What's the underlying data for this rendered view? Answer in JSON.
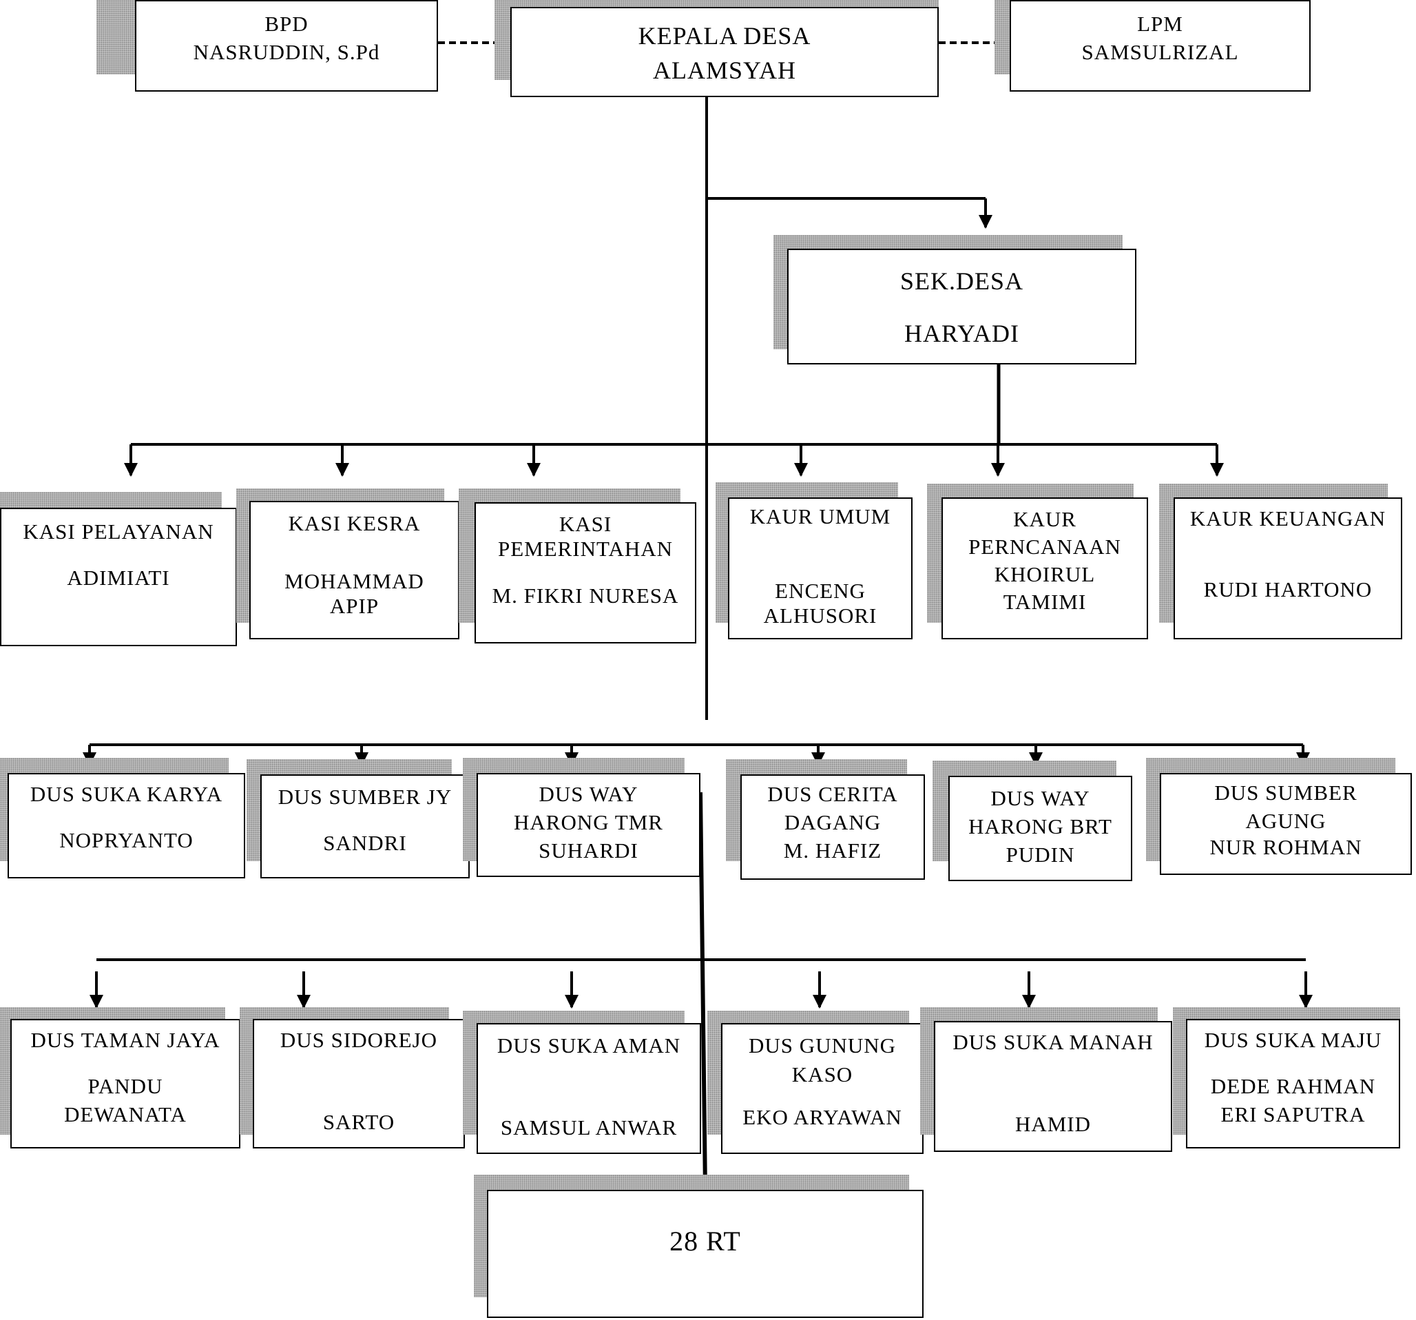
{
  "top": {
    "bpd": {
      "title": "BPD",
      "name": "NASRUDDIN, S.Pd"
    },
    "kepala_desa": {
      "title": "KEPALA DESA",
      "name": "ALAMSYAH"
    },
    "lpm": {
      "title": "LPM",
      "name": "SAMSULRIZAL"
    }
  },
  "sekretaris": {
    "title": "SEK.DESA",
    "name": "HARYADI"
  },
  "kasi_kaur": [
    {
      "lines": [
        "KASI  PELAYANAN",
        "ADIMIATI"
      ]
    },
    {
      "lines": [
        "KASI KESRA",
        "MOHAMMAD",
        "APIP"
      ]
    },
    {
      "lines": [
        "KASI",
        "PEMERINTAHAN",
        "M. FIKRI NURESA"
      ]
    },
    {
      "lines": [
        "KAUR  UMUM",
        "ENCENG",
        "ALHUSORI"
      ]
    },
    {
      "lines": [
        "KAUR",
        "PERNCANAAN",
        "KHOIRUL",
        "TAMIMI"
      ]
    },
    {
      "lines": [
        "KAUR  KEUANGAN",
        "RUDI HARTONO"
      ]
    }
  ],
  "dusun_row1": [
    {
      "lines": [
        "DUS SUKA KARYA",
        "NOPRYANTO"
      ]
    },
    {
      "lines": [
        "DUS SUMBER JY",
        "SANDRI"
      ]
    },
    {
      "lines": [
        "DUS WAY",
        "HARONG TMR",
        "SUHARDI"
      ]
    },
    {
      "lines": [
        "DUS CERITA",
        "DAGANG",
        "M. HAFIZ"
      ]
    },
    {
      "lines": [
        "DUS WAY",
        "HARONG BRT",
        "PUDIN"
      ]
    },
    {
      "lines": [
        "DUS SUMBER",
        "AGUNG",
        "NUR ROHMAN"
      ]
    }
  ],
  "dusun_row2": [
    {
      "lines": [
        "DUS TAMAN JAYA",
        "PANDU",
        "DEWANATA"
      ]
    },
    {
      "lines": [
        "DUS SIDOREJO",
        "SARTO"
      ]
    },
    {
      "lines": [
        "DUS SUKA AMAN",
        "SAMSUL ANWAR"
      ]
    },
    {
      "lines": [
        "DUS GUNUNG",
        "KASO",
        "EKO ARYAWAN"
      ]
    },
    {
      "lines": [
        "DUS SUKA MANAH",
        "HAMID"
      ]
    },
    {
      "lines": [
        "DUS SUKA MAJU",
        "DEDE RAHMAN",
        "ERI SAPUTRA"
      ]
    }
  ],
  "rt": {
    "label": "28 RT"
  },
  "colors": {
    "line": "#000000",
    "box_border": "#000000",
    "shadow": "#c8c8c8"
  }
}
